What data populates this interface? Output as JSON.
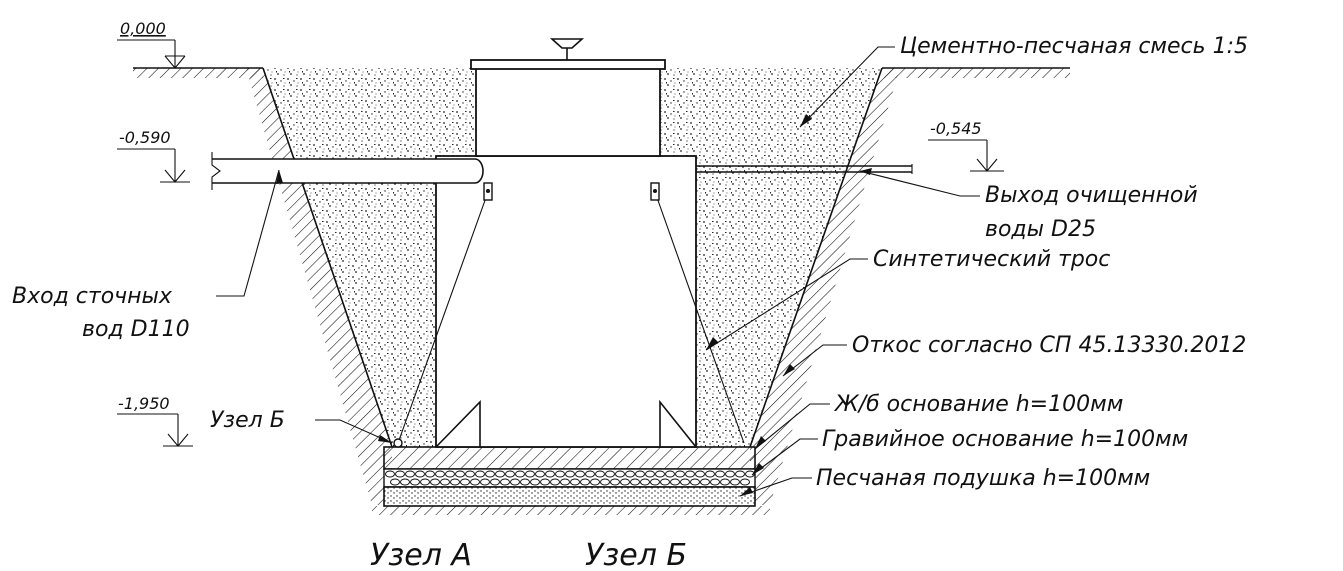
{
  "levels": {
    "ground": "0,000",
    "inlet": "-0,590",
    "outlet": "-0,545",
    "bottom": "-1,950"
  },
  "labels": {
    "backfill": "Цементно-песчаная смесь 1:5",
    "outlet_line1": "Выход очищенной",
    "outlet_line2": "воды D25",
    "rope": "Синтетический трос",
    "inlet_line1": "Вход сточных",
    "inlet_line2": "вод D110",
    "slope": "Откос согласно СП 45.13330.2012",
    "node_b_side": "Узел Б",
    "slab": "Ж/б основание h=100мм",
    "gravel": "Гравийное основание h=100мм",
    "sand": "Песчаная подушка h=100мм"
  },
  "node_captions": {
    "node_a": "Узел А",
    "node_b": "Узел Б"
  }
}
